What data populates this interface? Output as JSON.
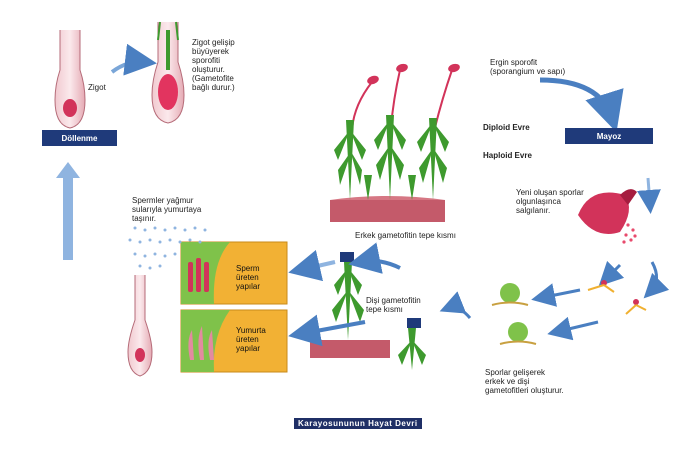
{
  "labels": {
    "zigot": "Zigot",
    "zigot_gelisip": "Zigot gelişip\nbüyüyerek\nsporofiti\noluşturur.\n(Gametofite\nbağlı durur.)",
    "dollenme": "Döllenme",
    "ergin_sporofit": "Ergin sporofit\n(sporangium ve sapı)",
    "mayoz": "Mayoz",
    "diploid": "Diploid Evre",
    "haploid": "Haploid Evre",
    "yeni_olusan": "Yeni oluşan sporlar\nolgunlaşınca\nsalgılanır.",
    "erkek_gametofit": "Erkek gametofitin tepe kısmı",
    "spermler": "Spermler yağmur\nsularıyla yumurtaya\ntaşınır.",
    "sperm_ureten": "Sperm\nüreten\nyapılar",
    "yumurta_ureten": "Yumurta\nüreten\nyapılar",
    "disi_gametofit": "Dişi gametofitin\ntepe kısmı",
    "sporlar_gelisir": "Sporlar gelişerek\nerkek ve dişi\ngametofitleri oluşturur.",
    "caption": "Karayosununun Hayat Devri"
  },
  "colors": {
    "bar": "#1f3a7a",
    "arrow": "#4a7fc1",
    "panel": "#f2b134",
    "moss_green": "#3e9a2e",
    "sporophyte": "#d2335a",
    "soil": "#b8485a"
  },
  "icons": [
    "archegonium-icon",
    "sporophyte-icon",
    "moss-plant-icon",
    "spore-capsule-icon",
    "spore-icon",
    "protonema-icon",
    "raindrop-icon",
    "arrow-icon"
  ]
}
